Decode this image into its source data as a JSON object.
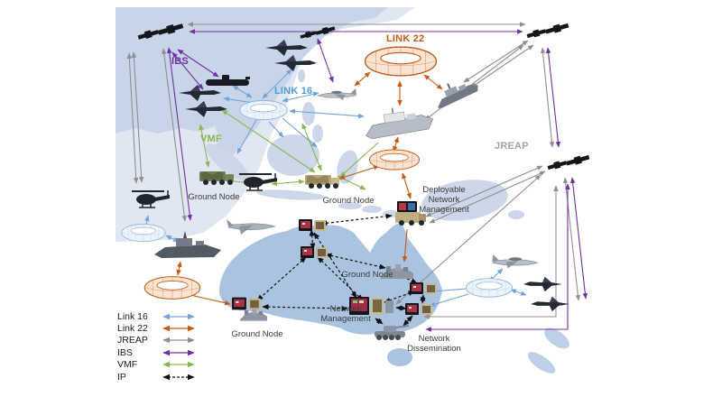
{
  "network_labels": {
    "ibs": "IBS",
    "link16": "LINK 16",
    "link22": "LINK 22",
    "vmf": "VMF",
    "jreap": "JREAP"
  },
  "node_labels": {
    "ground_node": "Ground Node",
    "deployable_network_management": "Deployable Network Management",
    "network_management": "Network Management",
    "network_dissemination": "Network Dissemination"
  },
  "legend": {
    "items": [
      {
        "label": "Link 16",
        "color_key": "link16",
        "style": "solid"
      },
      {
        "label": "Link 22",
        "color_key": "link22",
        "style": "solid"
      },
      {
        "label": "JREAP",
        "color_key": "jreap",
        "style": "solid"
      },
      {
        "label": "IBS",
        "color_key": "ibs",
        "style": "solid"
      },
      {
        "label": "VMF",
        "color_key": "vmf",
        "style": "solid"
      },
      {
        "label": "IP",
        "color_key": "ip",
        "style": "dashed"
      }
    ]
  },
  "colors": {
    "link16": "#71a3d9",
    "link22": "#c55a11",
    "jreap": "#8f8f8f",
    "ibs": "#7030a0",
    "vmf": "#85b84e",
    "ip": "#111111",
    "link16_label": "#4f9bd6",
    "jreap_label": "#a3a3a3",
    "map_sea_wash": "#e0e7f2",
    "map_land_asia": "#c8d4e8",
    "map_land_islands": "#ccd7e9",
    "map_australia": "#a9c3e1"
  },
  "icons": {
    "satellite-icon": "black satellite cluster",
    "fighter-jet-icon": "dark fighter jet silhouette",
    "submarine-icon": "black submarine",
    "awacs-icon": "gray surveillance aircraft",
    "airliner-icon": "large gray transport aircraft",
    "helicopter-icon": "dark helicopter",
    "camo-truck-icon": "camouflage radio truck",
    "tan-truck-icon": "tan radio truck",
    "deployable-node-truck-icon": "deployable network vehicle with display",
    "network-node-icon": "tactical network node terminal",
    "network-node-large-icon": "network management node terminals",
    "ground-facility-icon": "gray ground facility",
    "armored-vehicle-icon": "gray armored vehicle",
    "frigate-icon": "gray frigate",
    "amphibious-ship-icon": "large gray amphibious ship",
    "destroyer-icon": "gray destroyer",
    "link16-ring-icon": "blue wireframe network ring",
    "link22-ring-icon": "orange wireframe network ring"
  }
}
